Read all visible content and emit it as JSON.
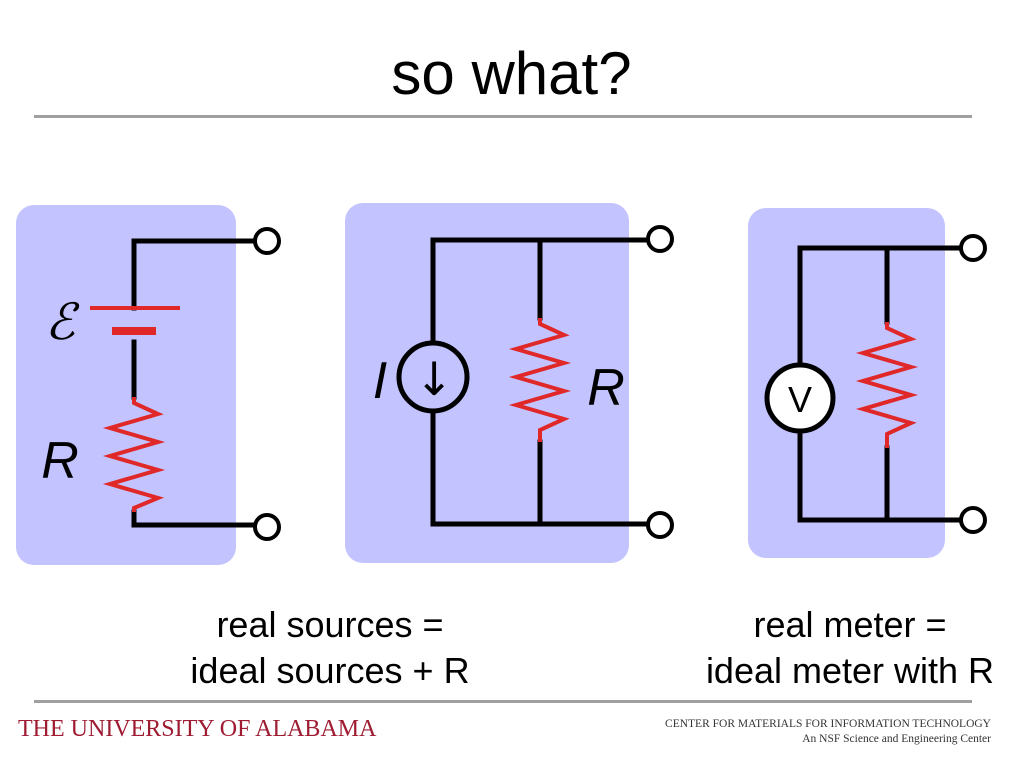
{
  "slide": {
    "title": "so what?"
  },
  "circuits": {
    "battery": {
      "emf_symbol": "ℰ",
      "resistor_label": "R"
    },
    "current_source": {
      "source_label": "I",
      "arrow": "↓",
      "resistor_label": "R"
    },
    "meter": {
      "meter_label": "V"
    }
  },
  "captions": {
    "left": {
      "line1": "real sources =",
      "line2": "ideal sources + R"
    },
    "right": {
      "line1": "real meter =",
      "line2": "ideal meter with R"
    }
  },
  "footer": {
    "university": "THE UNIVERSITY OF ALABAMA",
    "center_line1": "CENTER FOR MATERIALS FOR INFORMATION TECHNOLOGY",
    "center_line2": "An NSF Science and Engineering Center"
  },
  "colors": {
    "panel": "#c3c3ff",
    "wire": "#000000",
    "resistor": "#e02828",
    "university": "#9e1b32"
  }
}
